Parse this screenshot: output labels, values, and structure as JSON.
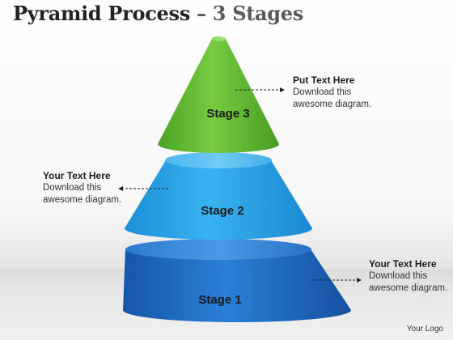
{
  "title": {
    "main": "Pyramid Process",
    "dash": " – ",
    "sub": "3 Stages"
  },
  "stages": [
    {
      "label": "Stage 1",
      "color": "#1f6fc8"
    },
    {
      "label": "Stage 2",
      "color": "#29a0e6"
    },
    {
      "label": "Stage 3",
      "color": "#6cc23a"
    }
  ],
  "callouts": [
    {
      "heading": "Put Text Here",
      "body": "Download this awesome diagram."
    },
    {
      "heading": "Your Text Here",
      "body": "Download this awesome diagram."
    },
    {
      "heading": "Your Text Here",
      "body": "Download this awesome diagram."
    }
  ],
  "logo": "Your Logo"
}
